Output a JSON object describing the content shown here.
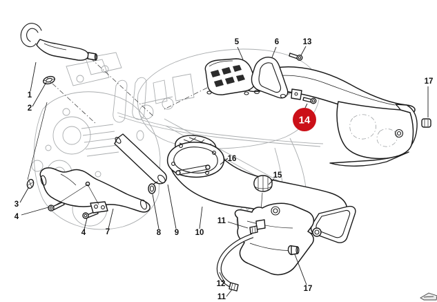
{
  "diagram": {
    "background": "#ffffff",
    "part_line_color": "#1a1a1a",
    "ghost_line_color": "#a9acae",
    "callout_labels": {
      "n1": "1",
      "n2": "2",
      "n3": "3",
      "n4": "4",
      "n5": "5",
      "n6": "6",
      "n7": "7",
      "n8": "8",
      "n9": "9",
      "n10": "10",
      "n11": "11",
      "n12": "12",
      "n13": "13",
      "n14": "14",
      "n15": "15",
      "n16": "16",
      "n17": "17"
    },
    "highlight": {
      "label": "14",
      "fill": "#cb1018",
      "text_color": "#ffffff"
    }
  }
}
